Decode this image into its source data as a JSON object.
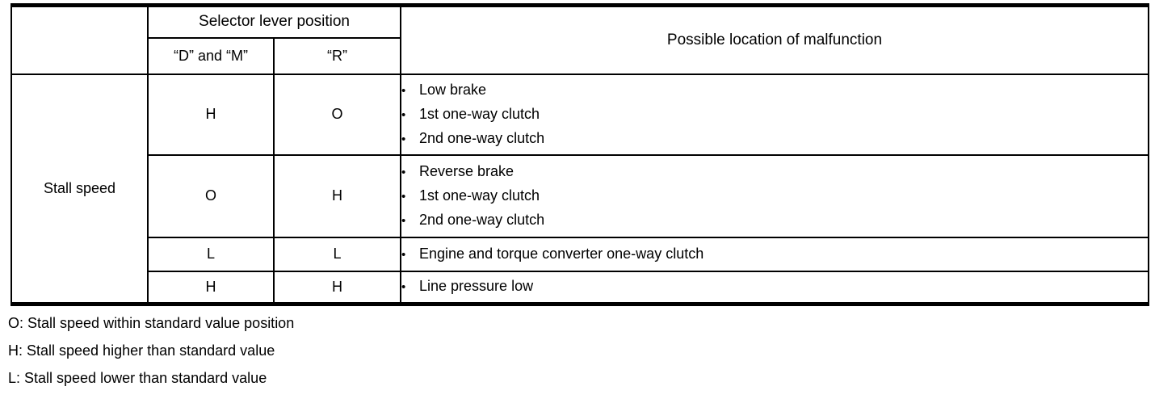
{
  "colors": {
    "border": "#000000",
    "text": "#000000",
    "background": "#ffffff"
  },
  "bullet_char": "•",
  "table": {
    "header": {
      "selector_group_label": "Selector lever position",
      "col_d_and_m": "“D” and “M”",
      "col_r": "“R”",
      "malfunction_label": "Possible location of malfunction"
    },
    "row_group_label": "Stall speed",
    "rows": [
      {
        "d_and_m": "H",
        "r": "O",
        "causes": [
          "Low brake",
          "1st one-way clutch",
          "2nd one-way clutch"
        ]
      },
      {
        "d_and_m": "O",
        "r": "H",
        "causes": [
          "Reverse brake",
          "1st one-way clutch",
          "2nd one-way clutch"
        ]
      },
      {
        "d_and_m": "L",
        "r": "L",
        "causes": [
          "Engine and torque converter one-way clutch"
        ]
      },
      {
        "d_and_m": "H",
        "r": "H",
        "causes": [
          "Line pressure low"
        ]
      }
    ]
  },
  "legend": {
    "o": "O: Stall speed within standard value position",
    "h": "H: Stall speed higher than standard value",
    "l": "L: Stall speed lower than standard value"
  }
}
